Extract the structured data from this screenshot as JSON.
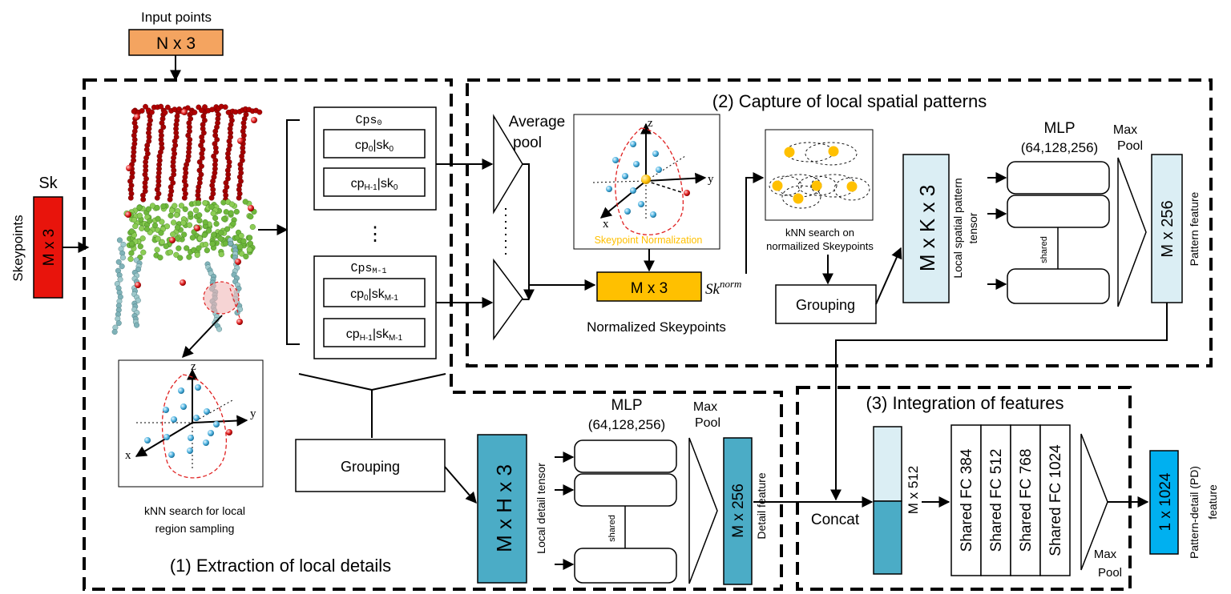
{
  "input": {
    "label": "Input points",
    "shape": "N x 3"
  },
  "skeypoints": {
    "side_label": "Skeypoints",
    "name": "Sk",
    "shape": "M x 3"
  },
  "sections": {
    "s1": "(1) Extraction of local details",
    "s2": "(2) Capture of local spatial patterns",
    "s3": "(3) Integration of features"
  },
  "cps": {
    "first_title": "Cps",
    "first_sub": "0",
    "last_title": "Cps",
    "last_sub": "M-1",
    "rows": [
      {
        "a": "cp",
        "as": "0",
        "b": "|sk",
        "bs": "0"
      },
      {
        "a": "cp",
        "as": "H-1",
        "b": "|sk",
        "bs": "0"
      },
      {
        "a": "cp",
        "as": "0",
        "b": "|sk",
        "bs": "M-1"
      },
      {
        "a": "cp",
        "as": "H-1",
        "b": "|sk",
        "bs": "M-1"
      }
    ],
    "ellipsis": "⋮"
  },
  "average_pool": {
    "line1": "Average",
    "line2": "pool"
  },
  "skeypoint_norm": {
    "inset_caption": "Skeypoint Normalization",
    "box": "M x 3",
    "symbol": "Sk",
    "symbol_sup": "norm",
    "caption": "Normalized Skeypoints"
  },
  "knn_norm": {
    "line1": "kNN search on",
    "line2": "normailized Skeypoints"
  },
  "grouping_top": "Grouping",
  "grouping_bottom": "Grouping",
  "local_spatial": {
    "tensor": "M x K x 3",
    "side_line1": "Local spatial pattern",
    "side_line2": "tensor"
  },
  "mlp_top": {
    "title": "MLP",
    "dims": "(64,128,256)",
    "shared": "shared"
  },
  "maxpool_top": {
    "line1": "Max",
    "line2": "Pool"
  },
  "pattern_feature": {
    "shape": "M x 256",
    "label": "Pattern feature"
  },
  "knn_local": {
    "line1": "kNN search for local",
    "line2": "region sampling"
  },
  "axes": {
    "x": "x",
    "y": "y",
    "z": "z"
  },
  "local_detail": {
    "tensor": "M x H x 3",
    "side": "Local detail tensor"
  },
  "mlp_bottom": {
    "title": "MLP",
    "dims": "(64,128,256)",
    "shared": "shared"
  },
  "maxpool_bottom": {
    "line1": "Max",
    "line2": "Pool"
  },
  "detail_feature": {
    "shape": "M x 256",
    "label": "Detail feature"
  },
  "concat": {
    "label": "Concat",
    "shape": "M x 512"
  },
  "shared_fc": [
    "Shared FC 384",
    "Shared FC 512",
    "Shared FC 768",
    "Shared FC 1024"
  ],
  "maxpool_final": {
    "line1": "Max",
    "line2": "Pool"
  },
  "pd_feature": {
    "shape": "1 x 1024",
    "line1": "Pattern-detail (PD)",
    "line2": "feature"
  },
  "colors": {
    "input_orange": "#f4a460",
    "skeypoint_red": "#e8140c",
    "norm_yellow": "#ffc000",
    "light_blue": "#dbeef4",
    "teal": "#4bacc6",
    "bright_blue": "#00b0f0",
    "chair_red": "#c00000",
    "chair_green": "#76c043",
    "chair_teal": "#7fb2b8"
  }
}
